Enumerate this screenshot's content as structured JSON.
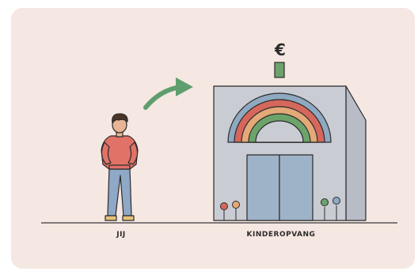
{
  "labels": {
    "you": "JIJ",
    "daycare": "KINDEROPVANG"
  },
  "icons": {
    "currency": "euro-icon",
    "arrow": "curved-arrow-icon",
    "person": "person-illustration",
    "building": "daycare-building-illustration",
    "rainbow": "rainbow-icon"
  },
  "symbols": {
    "currency": "€"
  },
  "colors": {
    "background": "#f5e7e1",
    "arrow": "#5f9e6e",
    "building": "#c9ccd3",
    "door": "#9fb3c8",
    "rainbow_outer": "#8fa9c1",
    "rainbow_red": "#d5675c",
    "rainbow_orange": "#e3a977",
    "rainbow_green": "#6da36b",
    "shirt": "#e07268",
    "pants": "#8fa8c6"
  }
}
